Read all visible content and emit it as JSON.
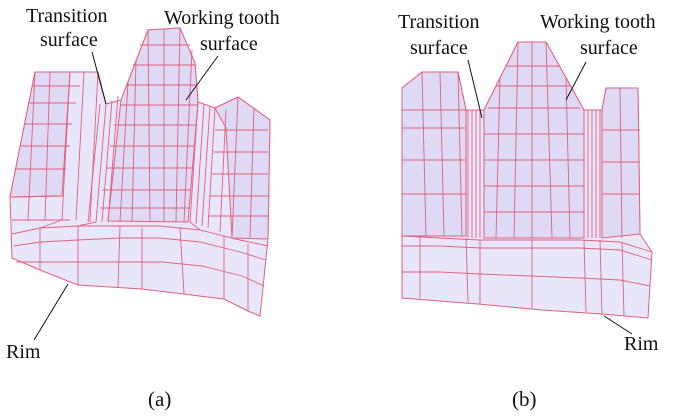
{
  "figures": [
    {
      "caption": "(a)",
      "labels": {
        "transition_line1": "Transition",
        "transition_line2": "surface",
        "working_line1": "Working tooth",
        "working_line2": "surface",
        "rim": "Rim"
      }
    },
    {
      "caption": "(b)",
      "labels": {
        "transition_line1": "Transition",
        "transition_line2": "surface",
        "working_line1": "Working tooth",
        "working_line2": "surface",
        "rim": "Rim"
      }
    }
  ],
  "colors": {
    "mesh_fill": "#e8e6fb",
    "mesh_line": "#e2607a",
    "text": "#111111"
  }
}
